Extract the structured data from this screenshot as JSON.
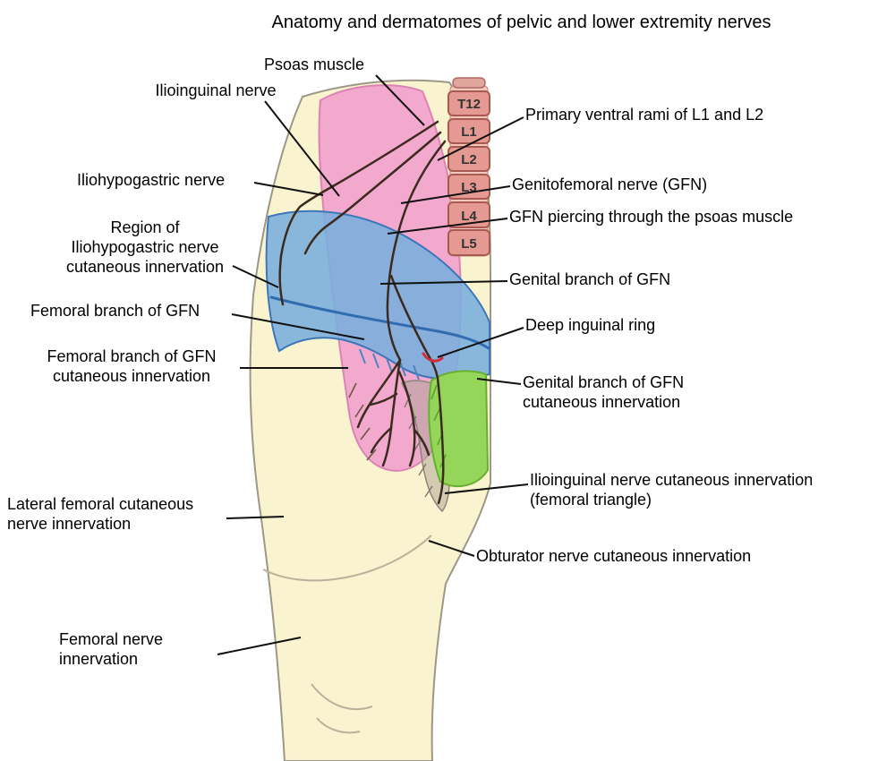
{
  "title": "Anatomy and dermatomes of pelvic and lower extremity nerves",
  "colors": {
    "body": "#faf3cf",
    "psoas": "#f3a9cd",
    "iliohypogastric_region": "#79aede",
    "genital_region": "#95d55a",
    "femoral_triangle_shading": "#aaa395",
    "vertebra": "#e49a92",
    "nerve": "#3b2b1f",
    "blue_nerve": "#2f6cb0",
    "deep_ring": "#d32b3c",
    "leader": "#111111"
  },
  "spine": {
    "vertebrae": [
      "T12",
      "L1",
      "L2",
      "L3",
      "L4",
      "L5"
    ]
  },
  "labels": {
    "left": [
      {
        "id": "psoas-muscle",
        "lines": [
          "Psoas muscle"
        ]
      },
      {
        "id": "ilioinguinal-nerve",
        "lines": [
          "Ilioinguinal nerve"
        ]
      },
      {
        "id": "iliohypogastric-nerve",
        "lines": [
          "Iliohypogastric nerve"
        ]
      },
      {
        "id": "iliohypogastric-region",
        "lines": [
          "Region of",
          "Iliohypogastric nerve",
          "cutaneous innervation"
        ]
      },
      {
        "id": "femoral-branch-gfn",
        "lines": [
          "Femoral branch of GFN"
        ]
      },
      {
        "id": "femoral-branch-gfn-cutaneous",
        "lines": [
          "Femoral branch of GFN",
          "cutaneous innervation"
        ]
      },
      {
        "id": "lateral-femoral-cutaneous",
        "lines": [
          "Lateral femoral cutaneous",
          "nerve innervation"
        ]
      },
      {
        "id": "femoral-nerve-innervation",
        "lines": [
          "Femoral nerve",
          "innervation"
        ]
      }
    ],
    "right": [
      {
        "id": "primary-ventral-rami",
        "lines": [
          "Primary ventral rami of L1 and L2"
        ]
      },
      {
        "id": "genitofemoral-nerve",
        "lines": [
          "Genitofemoral nerve (GFN)"
        ]
      },
      {
        "id": "gfn-piercing",
        "lines": [
          "GFN piercing through the psoas muscle"
        ]
      },
      {
        "id": "genital-branch-gfn",
        "lines": [
          "Genital branch of GFN"
        ]
      },
      {
        "id": "deep-inguinal-ring",
        "lines": [
          "Deep inguinal ring"
        ]
      },
      {
        "id": "genital-branch-gfn-cutaneous",
        "lines": [
          "Genital branch of GFN",
          "cutaneous innervation"
        ]
      },
      {
        "id": "ilioinguinal-cutaneous",
        "lines": [
          "Ilioinguinal nerve cutaneous innervation",
          "(femoral triangle)"
        ]
      },
      {
        "id": "obturator-cutaneous",
        "lines": [
          "Obturator nerve cutaneous innervation"
        ]
      }
    ]
  }
}
